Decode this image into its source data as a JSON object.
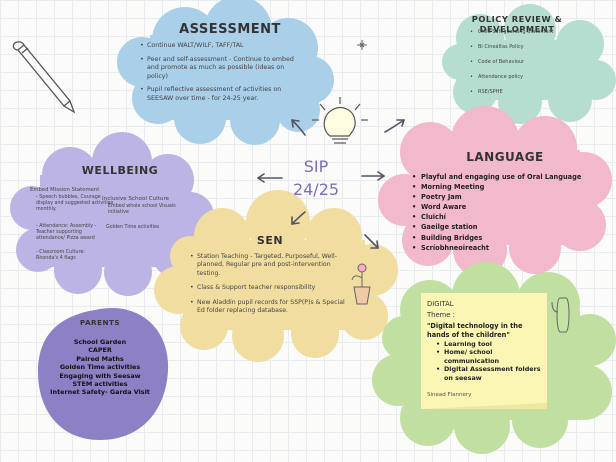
{
  "center": {
    "title": "SIP",
    "year": "24/25"
  },
  "assessment": {
    "title": "ASSESSMENT",
    "items": [
      "Continue WALT/WILF, TAFF/TAL",
      "Peer and self-assessment - Continue to embed and promote as much as possible (ideas on policy)",
      "Pupil reflective assessment of activities on SEESAW over time - for 24-25 year."
    ]
  },
  "policy": {
    "title": "POLICY REVIEW & DEVELOPMENT",
    "items": [
      "Child Safeguarding Statement",
      "Bi Cineáltas Policy",
      "Code of Behaviour",
      "Attendance policy",
      "RSE/SPHE"
    ]
  },
  "language": {
    "title": "LANGUAGE",
    "items": [
      "Playful and engaging use of Oral Language",
      "Morning Meeting",
      "Poetry Jam",
      "Word Aware",
      "Cluichí",
      "Gaeilge station",
      "Building Bridges",
      "Scríobhneoireacht"
    ]
  },
  "wellbeing": {
    "title": "WELLBEING",
    "embed": "Embed Mission Statement",
    "embed_sub": "- Speech bubbles, Courage display and suggested activities monthly.",
    "inclusive": "Inclusive School Culture",
    "inclusive_sub": "Embed whole school Visuals initiative",
    "attendance": "- Attendance: Assembly - Teacher supporting attendance/ Pizza award",
    "golden": "Golden Time activities",
    "classroom": "- Classroom Culture: Rhonda's 4 flags"
  },
  "sen": {
    "title": "SEN",
    "items": [
      "Station Teaching - Targeted, Purposeful, Well-planned, Regular pre and post-intervention testing.",
      "Class & Support teacher responsibility",
      "New Aladdin pupil records for SSP(P)s & Special Ed folder replacing database."
    ]
  },
  "parents": {
    "title": "PARENTS",
    "items": [
      "School Garden",
      "CAPER",
      "Paired Maths",
      "Golden Time activities",
      "Engaging with Seesaw",
      "STEM activities",
      "Internet Safety- Garda Visit"
    ]
  },
  "digital": {
    "label": "DIGITAL",
    "theme_label": "Theme :",
    "quote": "\"Digital technology in the hands of the children\"",
    "items": [
      "Learning tool",
      "Home/ school communication",
      "Digital Assessment folders on seesaw"
    ],
    "author": "Sinead Flannery"
  },
  "colors": {
    "assessment": "#a9cfe9",
    "policy": "#b5ddd0",
    "language": "#f2b8cb",
    "wellbeing": "#bcb4e5",
    "sen": "#f2dda0",
    "parents": "#8e80c4",
    "digital_cloud": "#c0dfa1",
    "sticky_note": "#fbf6b4",
    "sip_text": "#7f6dbd"
  }
}
